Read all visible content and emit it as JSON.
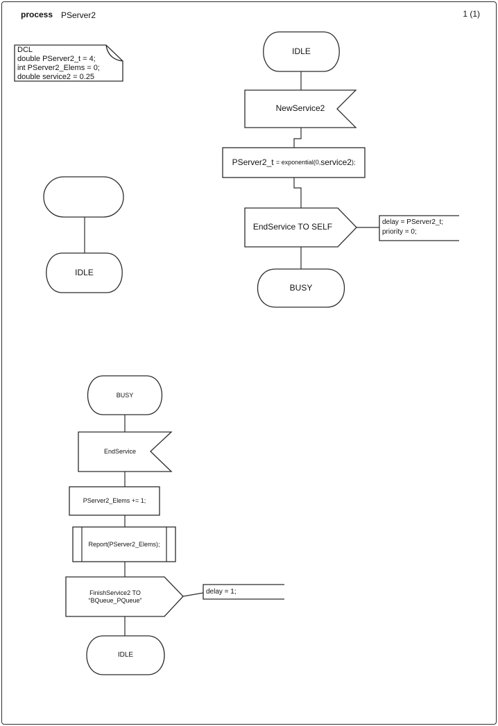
{
  "header": {
    "kind_label": "process",
    "process_name": "PServer2",
    "page_number": "1 (1)"
  },
  "declarations": {
    "lines": [
      "DCL",
      "double PServer2_t = 4;",
      "int PServer2_Elems = 0;",
      "double service2 = 0.25"
    ]
  },
  "main_flow": {
    "state_top": "IDLE",
    "input_signal": "NewService2",
    "task_segments": [
      {
        "text": "PServer2_t ",
        "em": true
      },
      {
        "text": "= exponential(0,",
        "em": false
      },
      {
        "text": "service2",
        "em": true
      },
      {
        "text": ");",
        "em": false
      }
    ],
    "output_signal": "EndService TO SELF",
    "comment_lines": [
      "delay = PServer2_t;",
      "priority = 0;"
    ],
    "state_bottom": "BUSY"
  },
  "left_fragment": {
    "state": "IDLE"
  },
  "second_flow": {
    "state_top": "BUSY",
    "input_signal": "EndService",
    "task": "PServer2_Elems += 1;",
    "procedure_call": "Report(PServer2_Elems);",
    "output_lines": [
      "FinishService2 TO",
      "“BQueue_PQueue”"
    ],
    "comment_lines": [
      "delay = 1;"
    ],
    "state_bottom": "IDLE"
  },
  "colors": {
    "stroke": "#2a2a2a",
    "background": "#ffffff"
  }
}
